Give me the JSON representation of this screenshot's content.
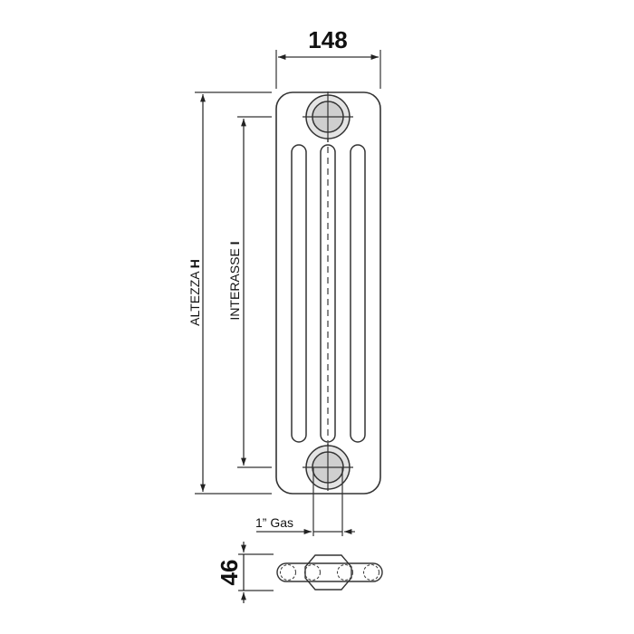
{
  "diagram": {
    "type": "technical-drawing",
    "subject": "column radiator section",
    "labels": {
      "width": "148",
      "height_prefix": "ALTEZZA ",
      "height_symbol": "H",
      "interaxis_prefix": "INTERASSE ",
      "interaxis_symbol": "I",
      "connection": "1” Gas",
      "depth": "46"
    },
    "colors": {
      "line": "#333333",
      "dark_line": "#111111",
      "boss_outer_fill": "#e4e4e4",
      "boss_inner_fill": "#cfcfcf",
      "background": "#ffffff"
    },
    "views": [
      "front-elevation",
      "top-section"
    ]
  }
}
